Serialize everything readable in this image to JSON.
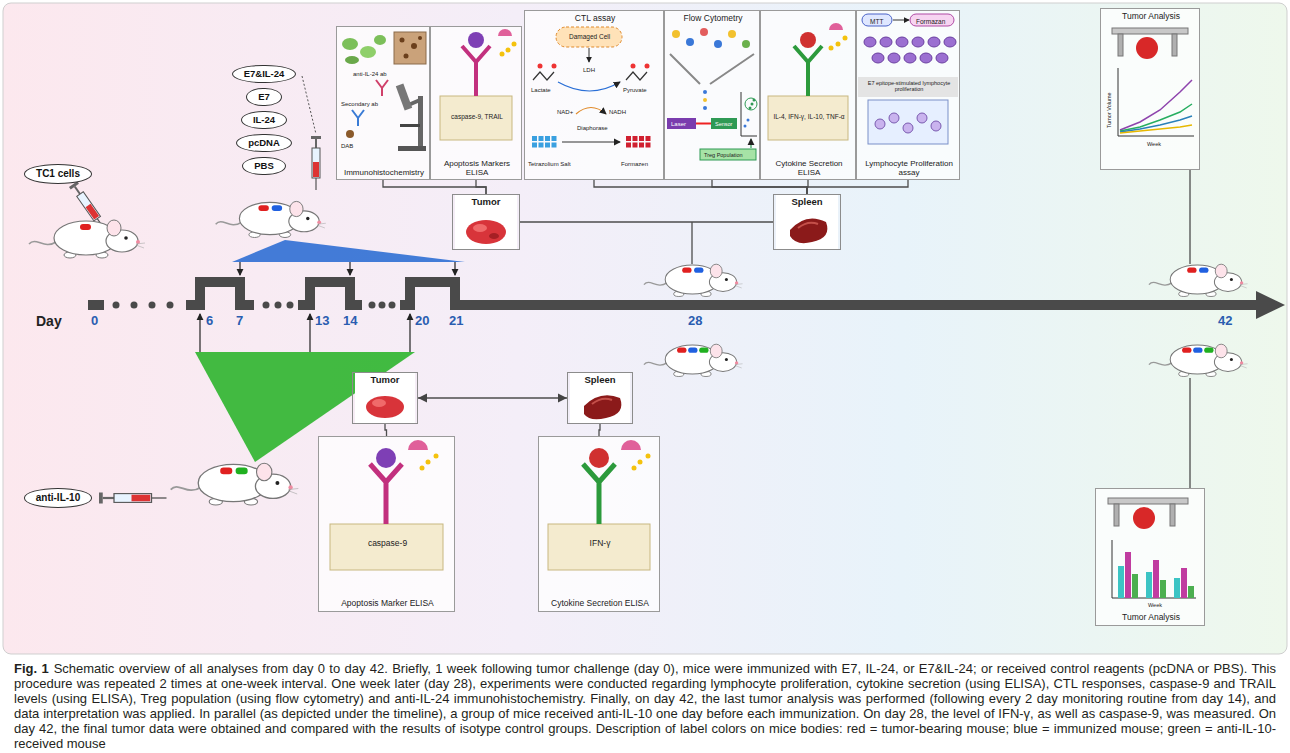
{
  "diagram": {
    "caption": "Schematic overview of all analyses from day 0 to day 42. Briefly, 1 week following tumor challenge (day 0), mice were immunized with E7, IL-24, or E7&IL-24; or received control reagents (pcDNA or PBS). This procedure was repeated 2 times at one-week interval. One week later (day 28), experiments were conducted regarding lymphocyte proliferation, cytokine secretion (using ELISA), CTL responses, caspase-9 and TRAIL levels (using ELISA), Treg population (using flow cytometry) and anti-IL-24 immunohistochemistry. Finally, on day 42, the last tumor analysis was performed (following every 2 day monitoring routine from day 14), and data interpretation was applied. In parallel (as depicted under the timeline), a group of mice received anti-IL-10 one day before each immunization. On day 28, the level of IFN-γ, as well as caspase-9, was measured. On day 42, the final tumor data were obtained and compared with the results of isotype control groups. Description of label colors on mice bodies: red = tumor-bearing mouse; blue = immunized mouse; green = anti-IL-10-received mouse",
    "nodes": [
      {
        "text": [
          "TC1 cells"
        ]
      },
      {
        "text": [
          "E7&IL-24"
        ]
      },
      {
        "text": [
          "E7"
        ]
      },
      {
        "text": [
          "IL-24"
        ]
      },
      {
        "text": [
          "pcDNA"
        ]
      },
      {
        "text": [
          "PBS"
        ]
      },
      {
        "text": [
          "anti-IL-24 ab",
          "Secondary ab",
          "DAB",
          "Immunohistochemistry"
        ]
      },
      {
        "text": [
          "caspase-9, TRAIL",
          "Apoptosis Markers ELISA"
        ]
      },
      {
        "text": [
          "CTL assay",
          "Damaged Cell",
          "Lactate",
          "LDH",
          "Pyruvate",
          "NAD+",
          "NADH",
          "Diaphorase",
          "Tetrazolium Salt",
          "Formazen"
        ]
      },
      {
        "text": [
          "Flow Cytometry",
          "Laser",
          "Sensor",
          "Treg Population"
        ]
      },
      {
        "text": [
          "IL-4, IFN-γ, IL-10, TNF-α",
          "Cytokine Secretion ELISA"
        ]
      },
      {
        "text": [
          "MTT",
          "Formazan",
          "E7 epitope-stimulated lymphocyte proliferation",
          "Lymphocyte Proliferation assay"
        ]
      },
      {
        "text": [
          "Tumor Analysis",
          "Tumor Volume",
          "Week"
        ]
      },
      {
        "text": [
          "Tumor"
        ]
      },
      {
        "text": [
          "Spleen"
        ]
      },
      {
        "text": [
          "anti-IL-10"
        ]
      },
      {
        "text": [
          "Tumor"
        ]
      },
      {
        "text": [
          "Spleen"
        ]
      },
      {
        "text": [
          "caspase-9",
          "Apoptosis Marker ELISA"
        ]
      },
      {
        "text": [
          "IFN-γ",
          "Cytokine Secretion ELISA"
        ]
      },
      {
        "text": [
          "Week",
          "Tumor Analysis"
        ]
      }
    ],
    "edges": [
      {
        "from": 13,
        "to": 6,
        "arrow": "none"
      },
      {
        "from": 13,
        "to": 7,
        "arrow": "none"
      },
      {
        "from": 14,
        "to": 8,
        "arrow": "none"
      },
      {
        "from": 14,
        "to": 9,
        "arrow": "none"
      },
      {
        "from": 14,
        "to": 10,
        "arrow": "none"
      },
      {
        "from": 14,
        "to": 11,
        "arrow": "none"
      },
      {
        "from": 13,
        "to": 14,
        "arrow": "none"
      },
      {
        "from": 16,
        "to": 17,
        "arrow": "both"
      },
      {
        "from": 16,
        "to": 18,
        "arrow": "none"
      },
      {
        "from": 17,
        "to": 19,
        "arrow": "none"
      }
    ],
    "labels": [
      "Day",
      "0",
      "6",
      "7",
      "13",
      "14",
      "20",
      "21",
      "28",
      "42",
      "Fig. 1"
    ]
  }
}
